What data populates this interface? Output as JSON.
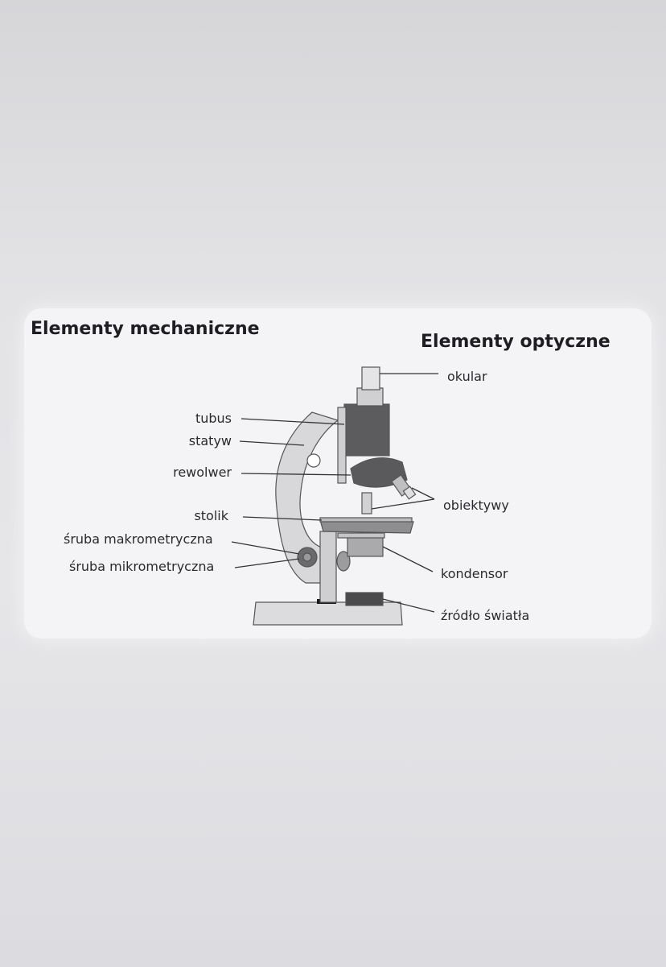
{
  "headings": {
    "mechanical": "Elementy mechaniczne",
    "optical": "Elementy optyczne"
  },
  "labels": {
    "okular": "okular",
    "tubus": "tubus",
    "statyw": "statyw",
    "rewolwer": "rewolwer",
    "obiektywy": "obiektywy",
    "stolik": "stolik",
    "sruba_makro": "śruba makrometryczna",
    "sruba_mikro": "śruba mikrometryczna",
    "kondensor": "kondensor",
    "zrodlo": "źródło światła"
  }
}
